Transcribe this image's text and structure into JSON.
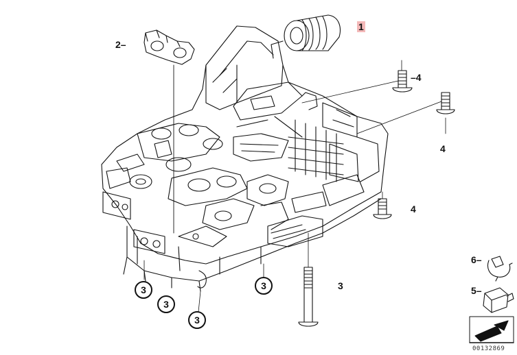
{
  "callouts": {
    "c1": "1",
    "c2": "2",
    "c4a": "4",
    "c4b": "4",
    "c4c": "4",
    "c3plain": "3",
    "c3a": "3",
    "c3b": "3",
    "c3c": "3",
    "c3d": "3",
    "c6": "6",
    "c5": "5"
  },
  "diagram_code": "00132869"
}
